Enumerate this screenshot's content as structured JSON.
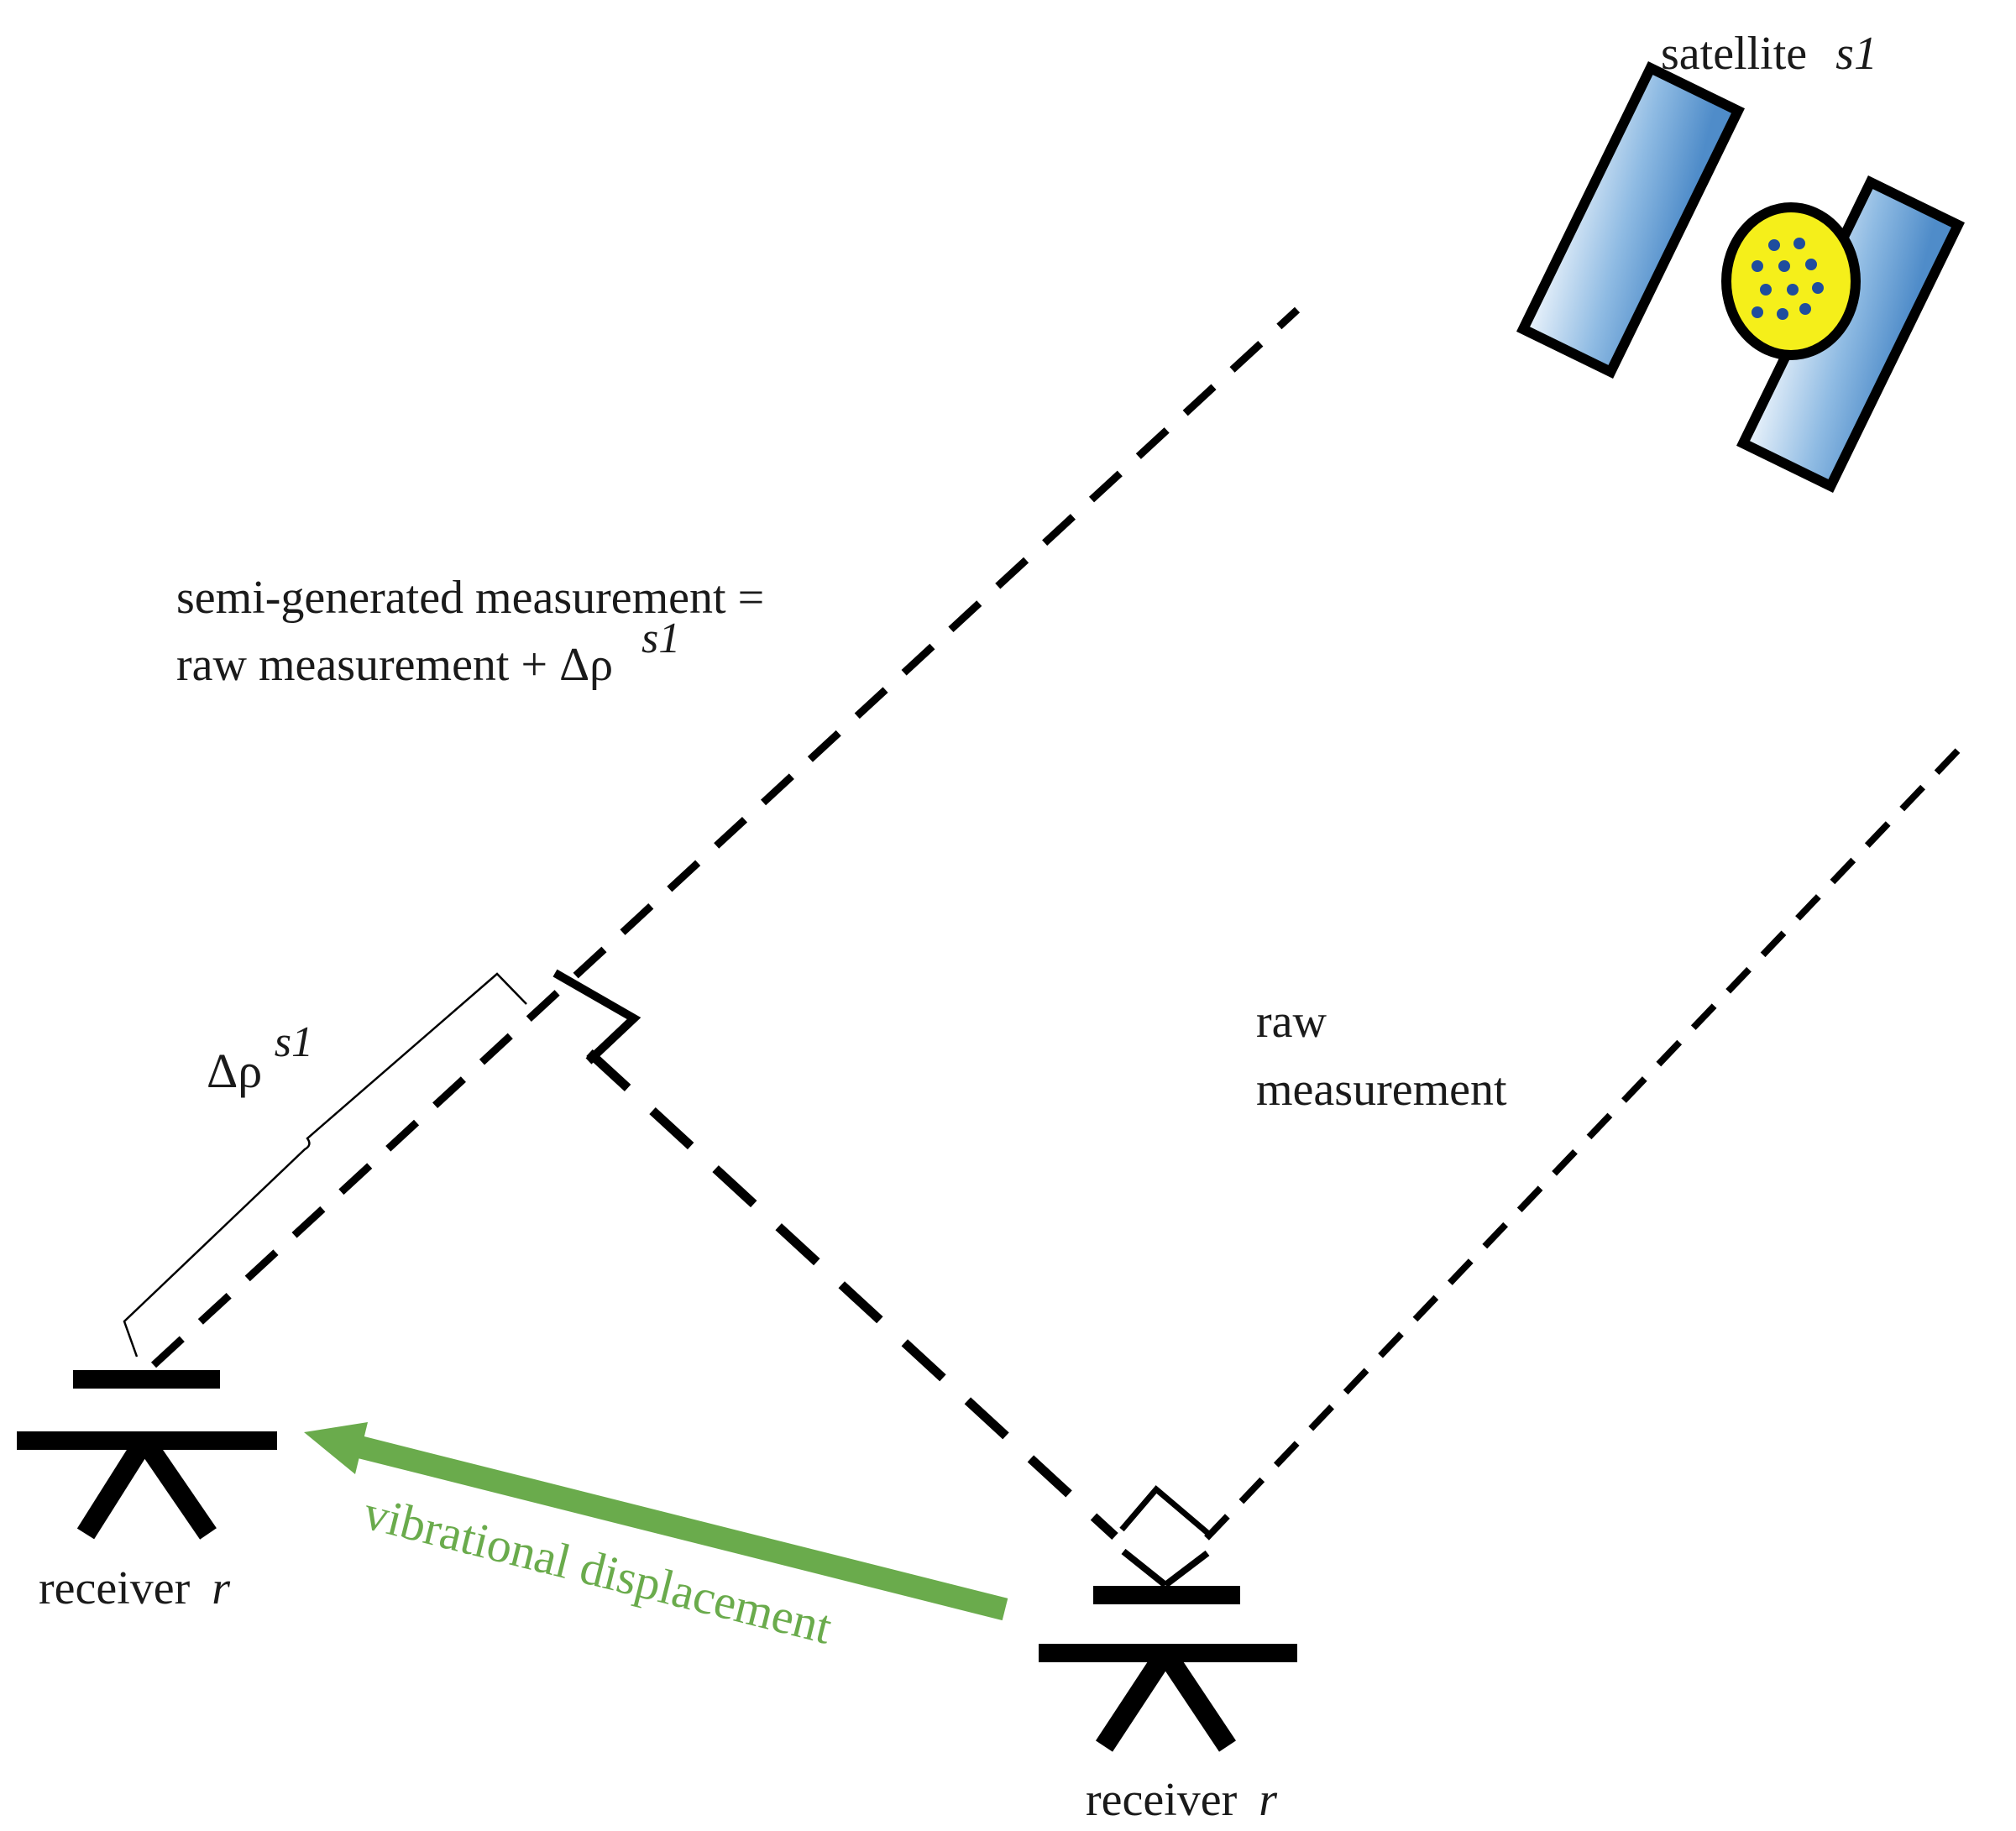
{
  "satellite": {
    "label": "satellite",
    "id": "s1",
    "panel_color": "#5b95cf",
    "body_color": "#f5ef1a",
    "dot_color": "#1f4d9e"
  },
  "annotations": {
    "semi_line1": "semi-generated measurement =",
    "semi_line2": "raw measurement + Δρ",
    "semi_sup": "s1",
    "delta_base": "Δρ",
    "delta_sup": "s1",
    "raw_line1": "raw",
    "raw_line2": "measurement"
  },
  "receivers": {
    "left_label": "receiver",
    "left_var": "r",
    "right_label": "receiver",
    "right_var": "r"
  },
  "displacement": {
    "label": "vibrational displacement",
    "color": "#6aab4c"
  }
}
